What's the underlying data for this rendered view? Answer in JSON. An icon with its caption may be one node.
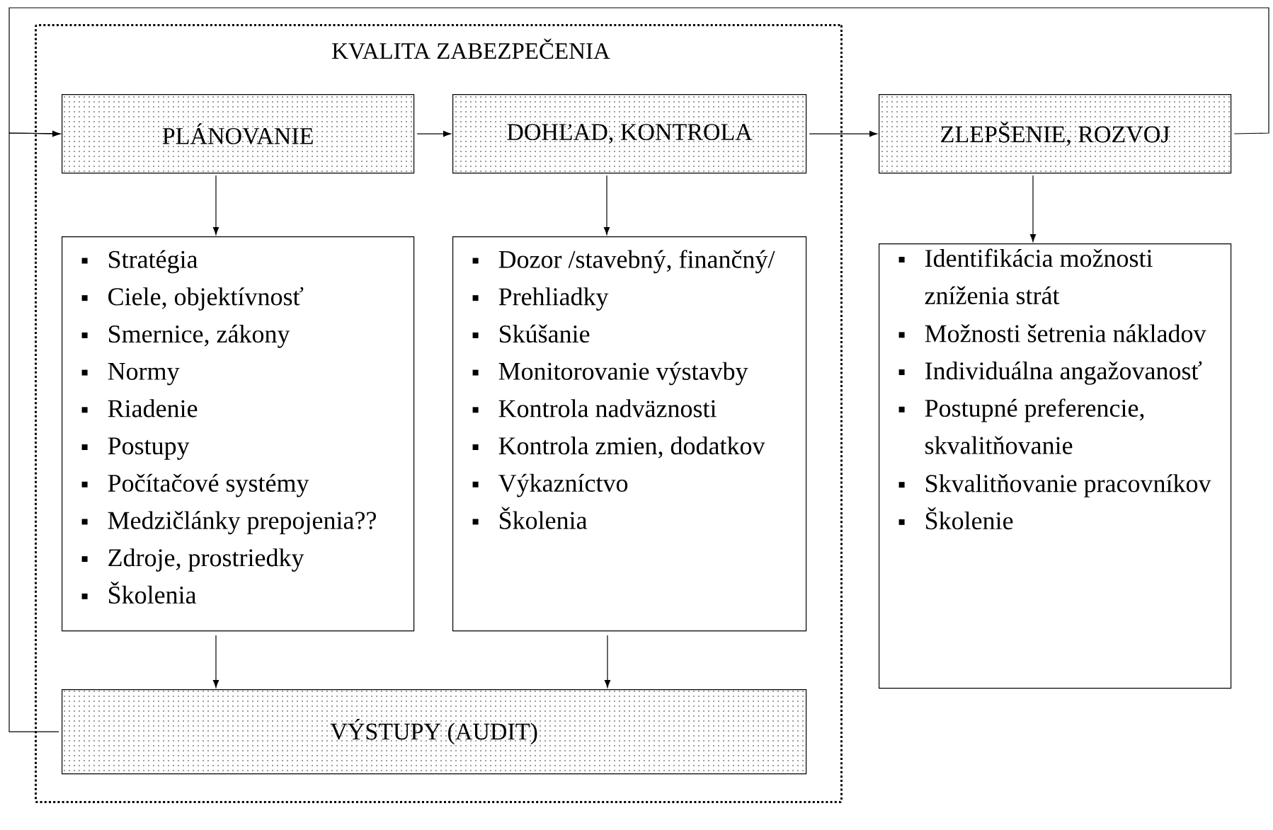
{
  "diagram": {
    "nodes": [
      {
        "text": [
          "KVALITA ZABEZPEČENIA"
        ]
      },
      {
        "text": [
          "PLÁNOVANIE"
        ],
        "in": 0
      },
      {
        "text": [
          "DOHĽAD, KONTROLA"
        ],
        "in": 0
      },
      {
        "text": [
          "ZLEPŠENIE, ROZVOJ"
        ]
      },
      {
        "text": [
          "Stratégia",
          "Ciele, objektívnosť",
          "Smernice, zákony",
          "Normy",
          "Riadenie",
          "Postupy",
          "Počítačové systémy",
          "Medzičlánky prepojenia??",
          "Zdroje, prostriedky",
          "Školenia"
        ],
        "in": 0
      },
      {
        "text": [
          "Dozor /stavebný, finančný/",
          "Prehliadky",
          "Skúšanie",
          "Monitorovanie výstavby",
          "Kontrola nadväznosti",
          "Kontrola zmien, dodatkov",
          "Výkazníctvo",
          "Školenia"
        ],
        "in": 0
      },
      {
        "text": [
          "Identifikácia možnosti zníženia strát",
          "Možnosti šetrenia nákladov",
          "Individuálna angažovanosť",
          "Postupné preferencie, skvalitňovanie",
          "Skvalitňovanie pracovníkov",
          "Školenie"
        ]
      },
      {
        "text": [
          "VÝSTUPY (AUDIT)"
        ],
        "in": 0
      }
    ],
    "edges": [
      {
        "from": 1,
        "to": 2,
        "arrow": "to"
      },
      {
        "from": 2,
        "to": 3,
        "arrow": "to"
      },
      {
        "from": 1,
        "to": 4,
        "arrow": "to"
      },
      {
        "from": 2,
        "to": 5,
        "arrow": "to"
      },
      {
        "from": 3,
        "to": 6,
        "arrow": "to"
      },
      {
        "from": 4,
        "to": 7,
        "arrow": "to"
      },
      {
        "from": 5,
        "to": 7,
        "arrow": "to"
      },
      {
        "from": 3,
        "to": 1,
        "arrow": "to"
      },
      {
        "from": 7,
        "to": 1,
        "arrow": "to"
      }
    ]
  }
}
